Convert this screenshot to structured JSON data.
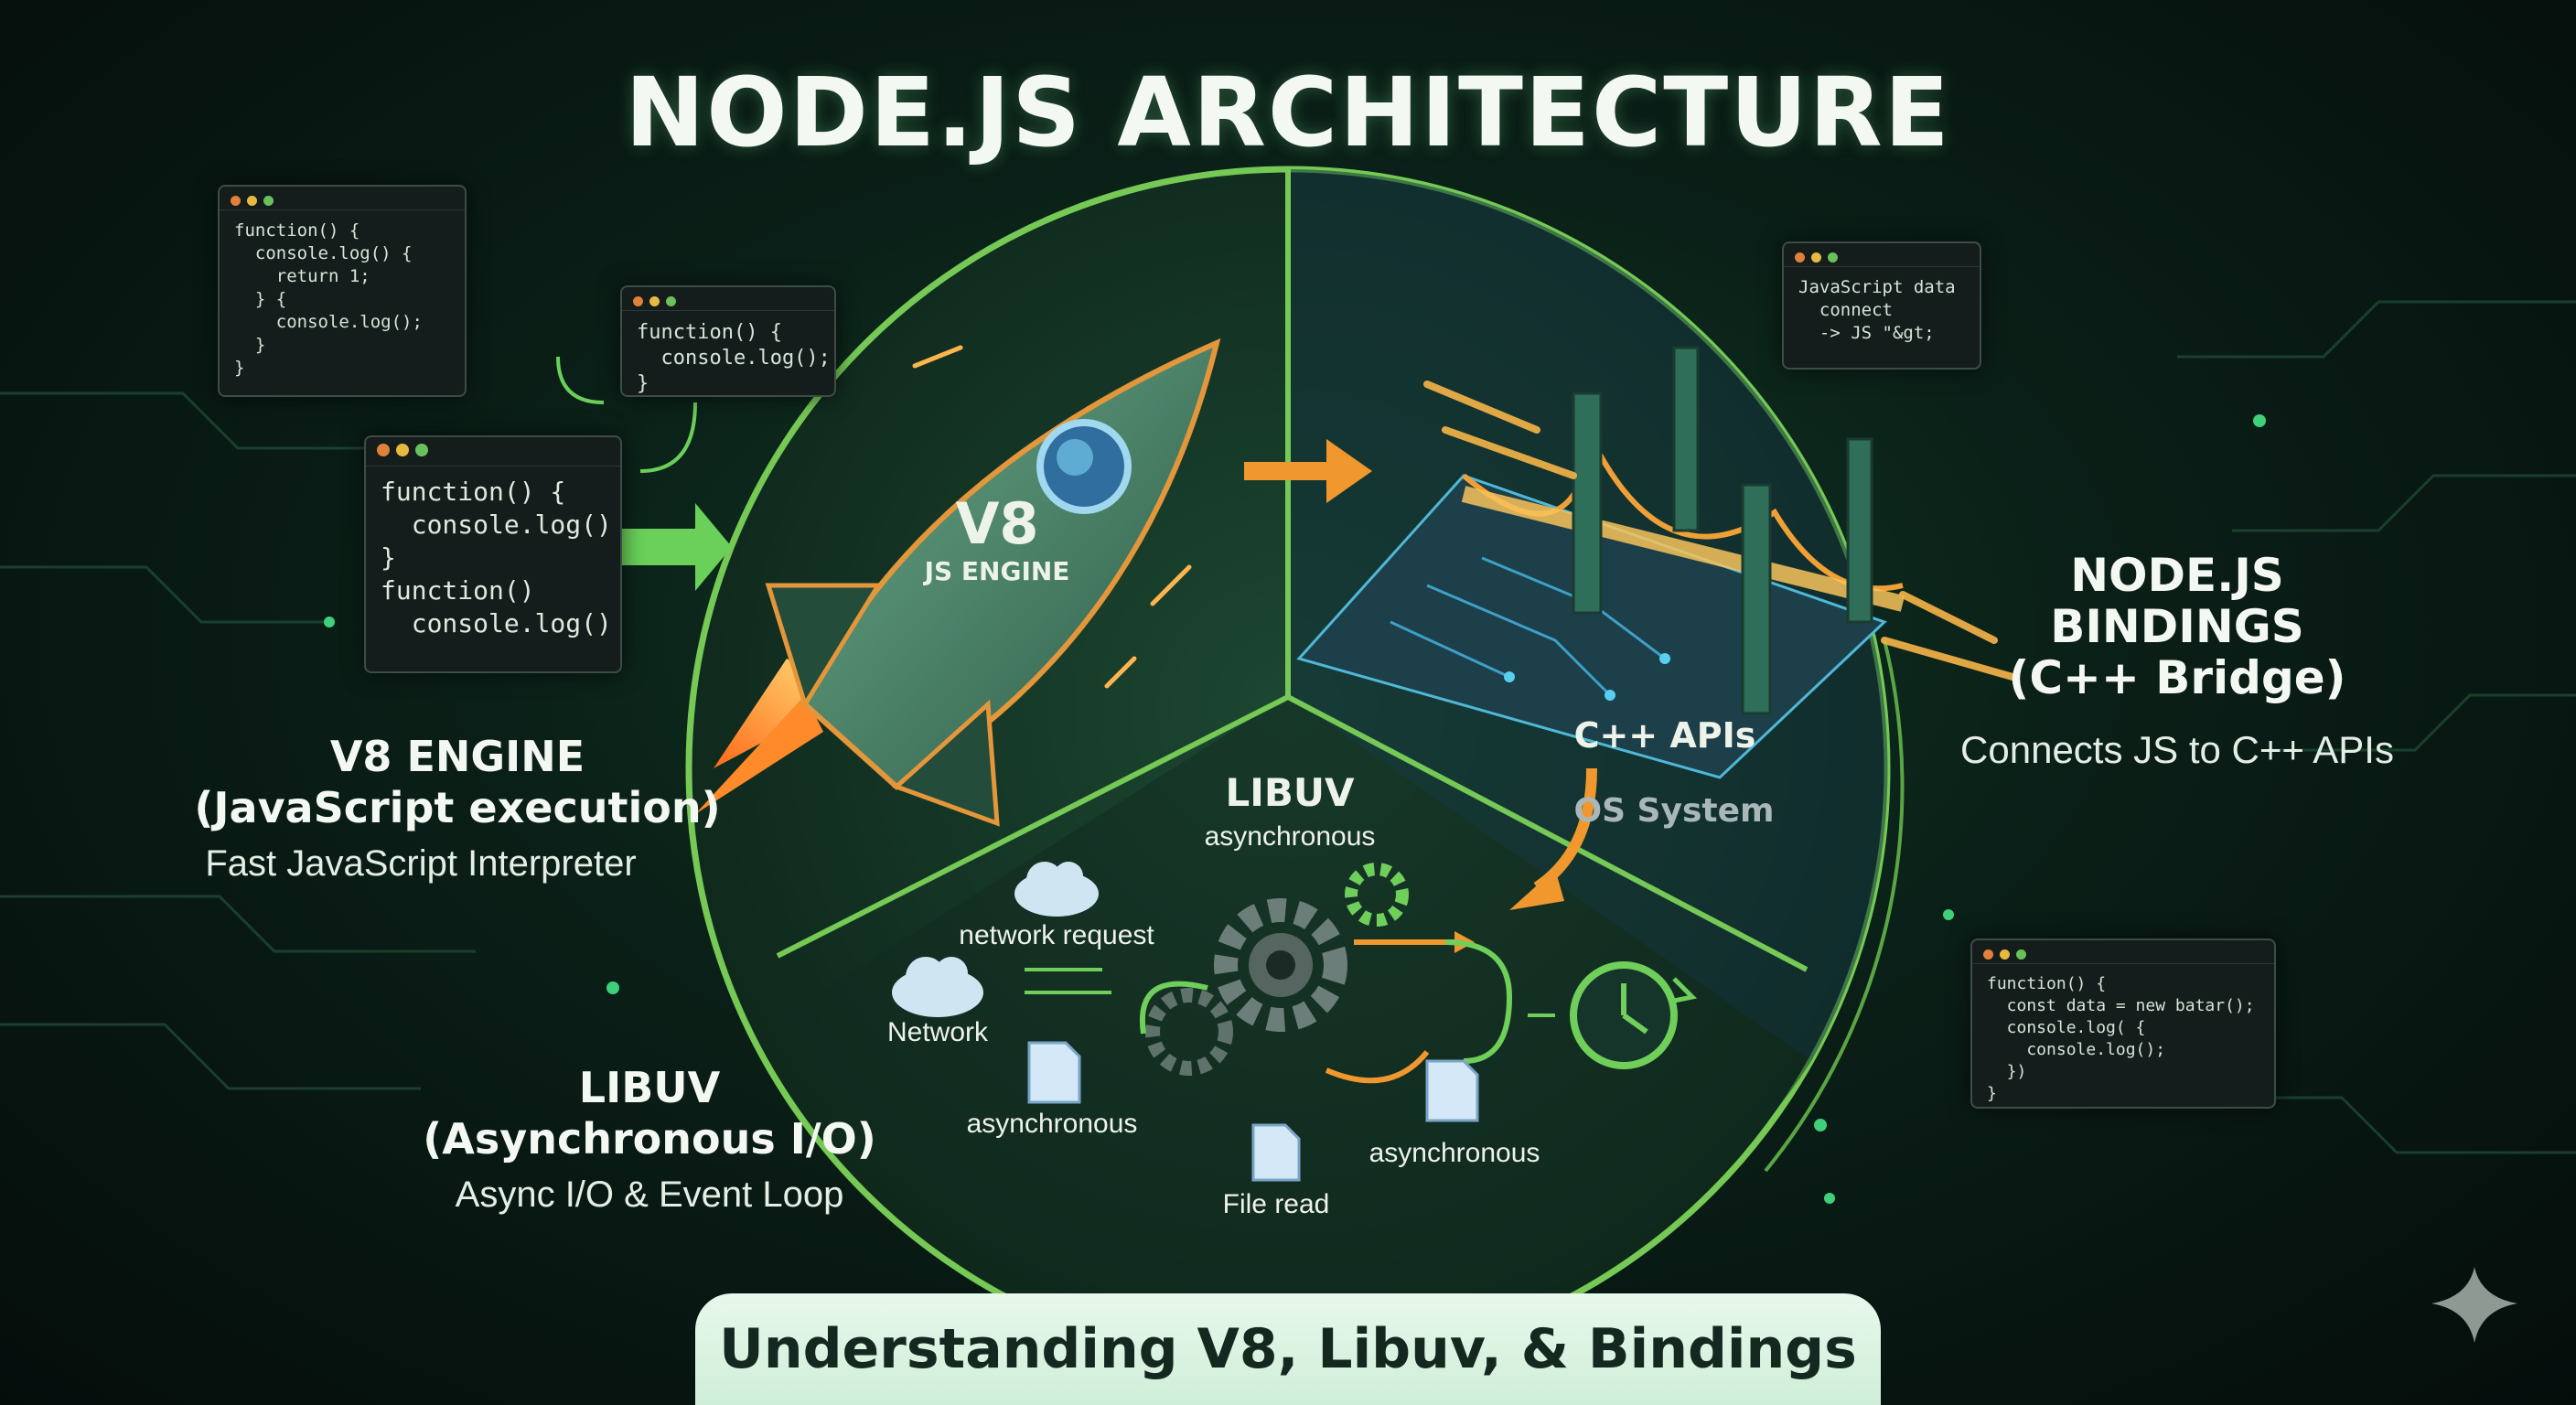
{
  "title": "NODE.JS ARCHITECTURE",
  "v8": {
    "badge_main": "V8",
    "badge_sub": "JS ENGINE",
    "title_line1": "V8 ENGINE",
    "title_line2": "(JavaScript execution)",
    "subtitle": "Fast JavaScript Interpreter"
  },
  "bindings": {
    "title_line1": "NODE.JS",
    "title_line2": "BINDINGS",
    "title_line3": "(C++ Bridge)",
    "subtitle": "Connects JS to C++ APIs",
    "cpp_label": "C++ APIs",
    "os_label": "OS System"
  },
  "libuv": {
    "inner_title": "LIBUV",
    "inner_sub": "asynchronous",
    "title_line1": "LIBUV",
    "title_line2": "(Asynchronous I/O)",
    "subtitle": "Async I/O & Event Loop",
    "labels": {
      "network_request": "network request",
      "network": "Network",
      "async_left": "asynchronous",
      "async_right": "asynchronous",
      "file_read": "File read"
    }
  },
  "code_windows": [
    {
      "name": "code-window-top-left",
      "lines": "function() {\n  console.log() {\n    return 1;\n  } {\n    console.log();\n  }\n}"
    },
    {
      "name": "code-window-small",
      "lines": "function() {\n  console.log();\n}"
    },
    {
      "name": "code-window-large",
      "lines": "function() {\n  console.log()\n}\nfunction()\n  console.log()"
    },
    {
      "name": "code-window-top-right",
      "lines": "JavaScript data\n  connect\n  -> JS \"&gt;"
    },
    {
      "name": "code-window-bottom-right",
      "lines": "function() {\n  const data = new batar();\n  console.log( {\n    console.log();\n  })\n}"
    }
  ],
  "banner": "Understanding V8, Libuv, & Bindings",
  "colors": {
    "accent_green": "#6fcf5a",
    "accent_orange": "#f0982e",
    "bg": "#0a1f17"
  },
  "icons": [
    "rocket-icon",
    "bridge-icon",
    "gear-icon",
    "clock-icon",
    "cloud-icon",
    "document-icon",
    "sparkle-icon"
  ]
}
